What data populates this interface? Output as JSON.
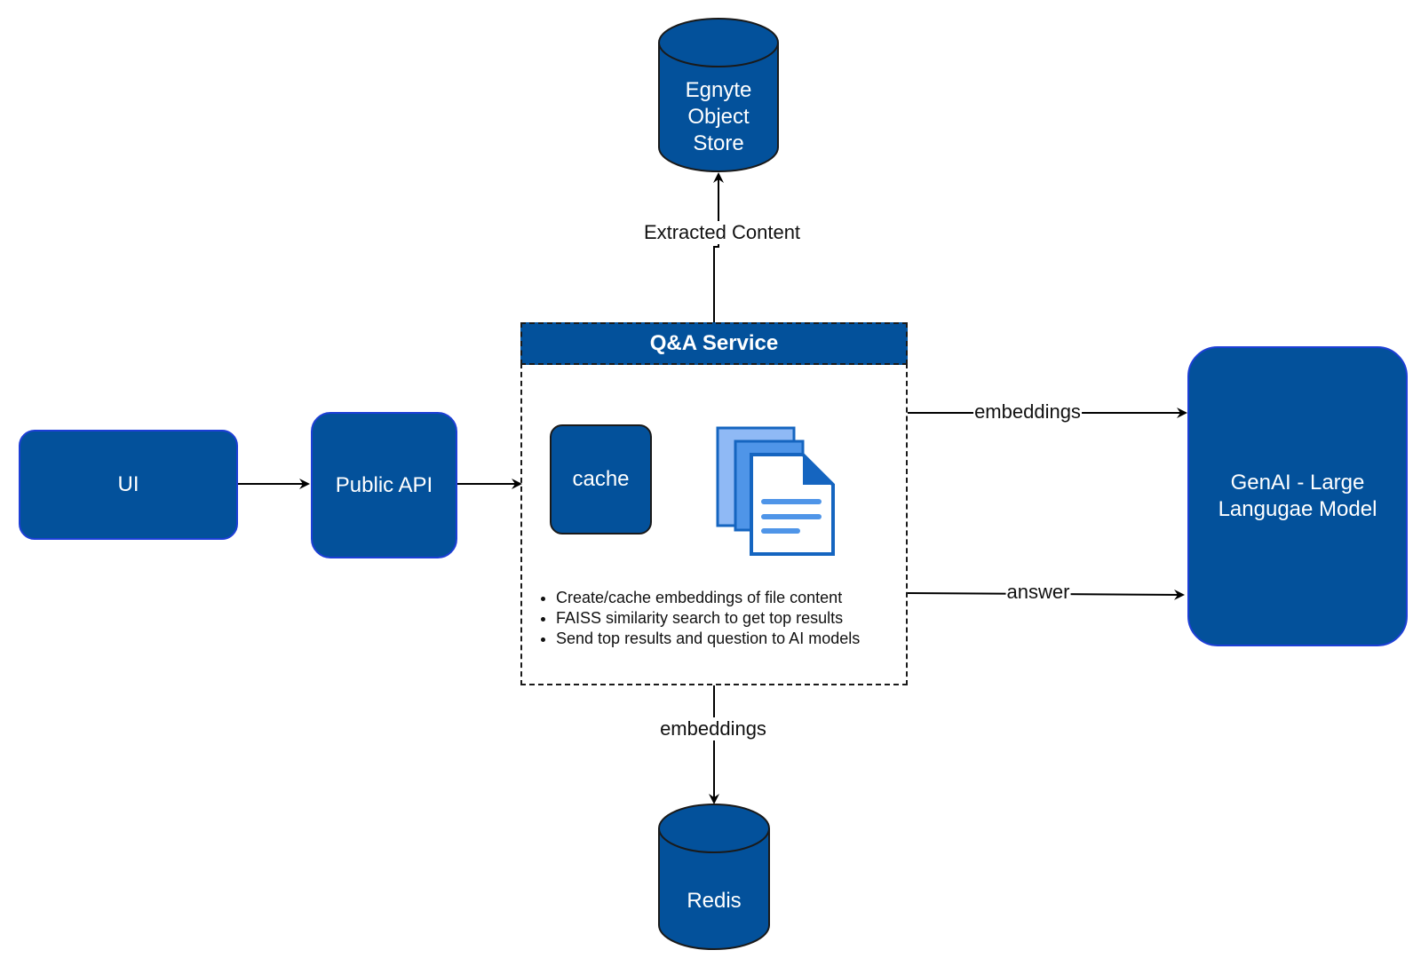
{
  "nodes": {
    "ui": "UI",
    "public_api": "Public API",
    "qa_service_title": "Q&A Service",
    "cache": "cache",
    "egnyte_store": [
      "Egnyte",
      "Object",
      "Store"
    ],
    "redis": "Redis",
    "genai": [
      "GenAI - Large",
      "Langugae Model"
    ]
  },
  "qa_service_bullets": [
    "Create/cache embeddings of file content",
    "FAISS similarity search to get top results",
    "Send top results and question to AI models"
  ],
  "edges": {
    "to_store": "Extracted Content",
    "to_genai": "embeddings",
    "from_genai": "answer",
    "to_redis": "embeddings"
  },
  "icons": {
    "documents": "documents-icon"
  },
  "colors": {
    "node_fill": "#03519b",
    "node_border_blue": "#1d3fd6",
    "node_border_dark": "#1a1a1a",
    "doc_light": "#8fb9f5",
    "doc_mid": "#4f95e8",
    "doc_dark": "#1565c0"
  }
}
